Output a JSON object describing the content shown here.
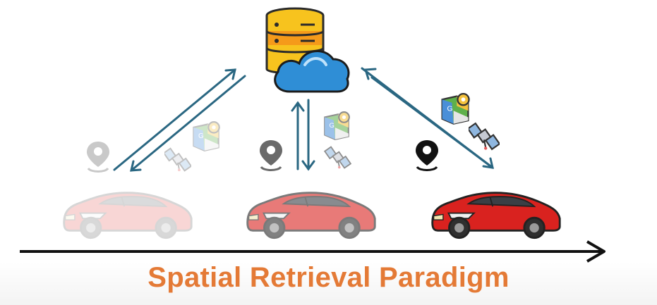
{
  "caption": "Spatial Retrieval Paradigm",
  "colors": {
    "caption": "#e47a36",
    "arrow": "#2a6782",
    "timeline": "#111111",
    "car_red": "#d9221f",
    "db_yellow": "#f7c31e",
    "db_orange": "#f59a1a",
    "cloud_blue": "#2f8ed6"
  },
  "icons": {
    "server": "database-icon",
    "cloud": "cloud-icon",
    "map": "map-icon",
    "satellite": "satellite-icon",
    "location": "location-pin-icon",
    "car": "car-icon"
  },
  "cars": [
    {
      "state": "past",
      "opacity": 0.18
    },
    {
      "state": "previous",
      "opacity": 0.6
    },
    {
      "state": "current",
      "opacity": 1.0
    }
  ]
}
